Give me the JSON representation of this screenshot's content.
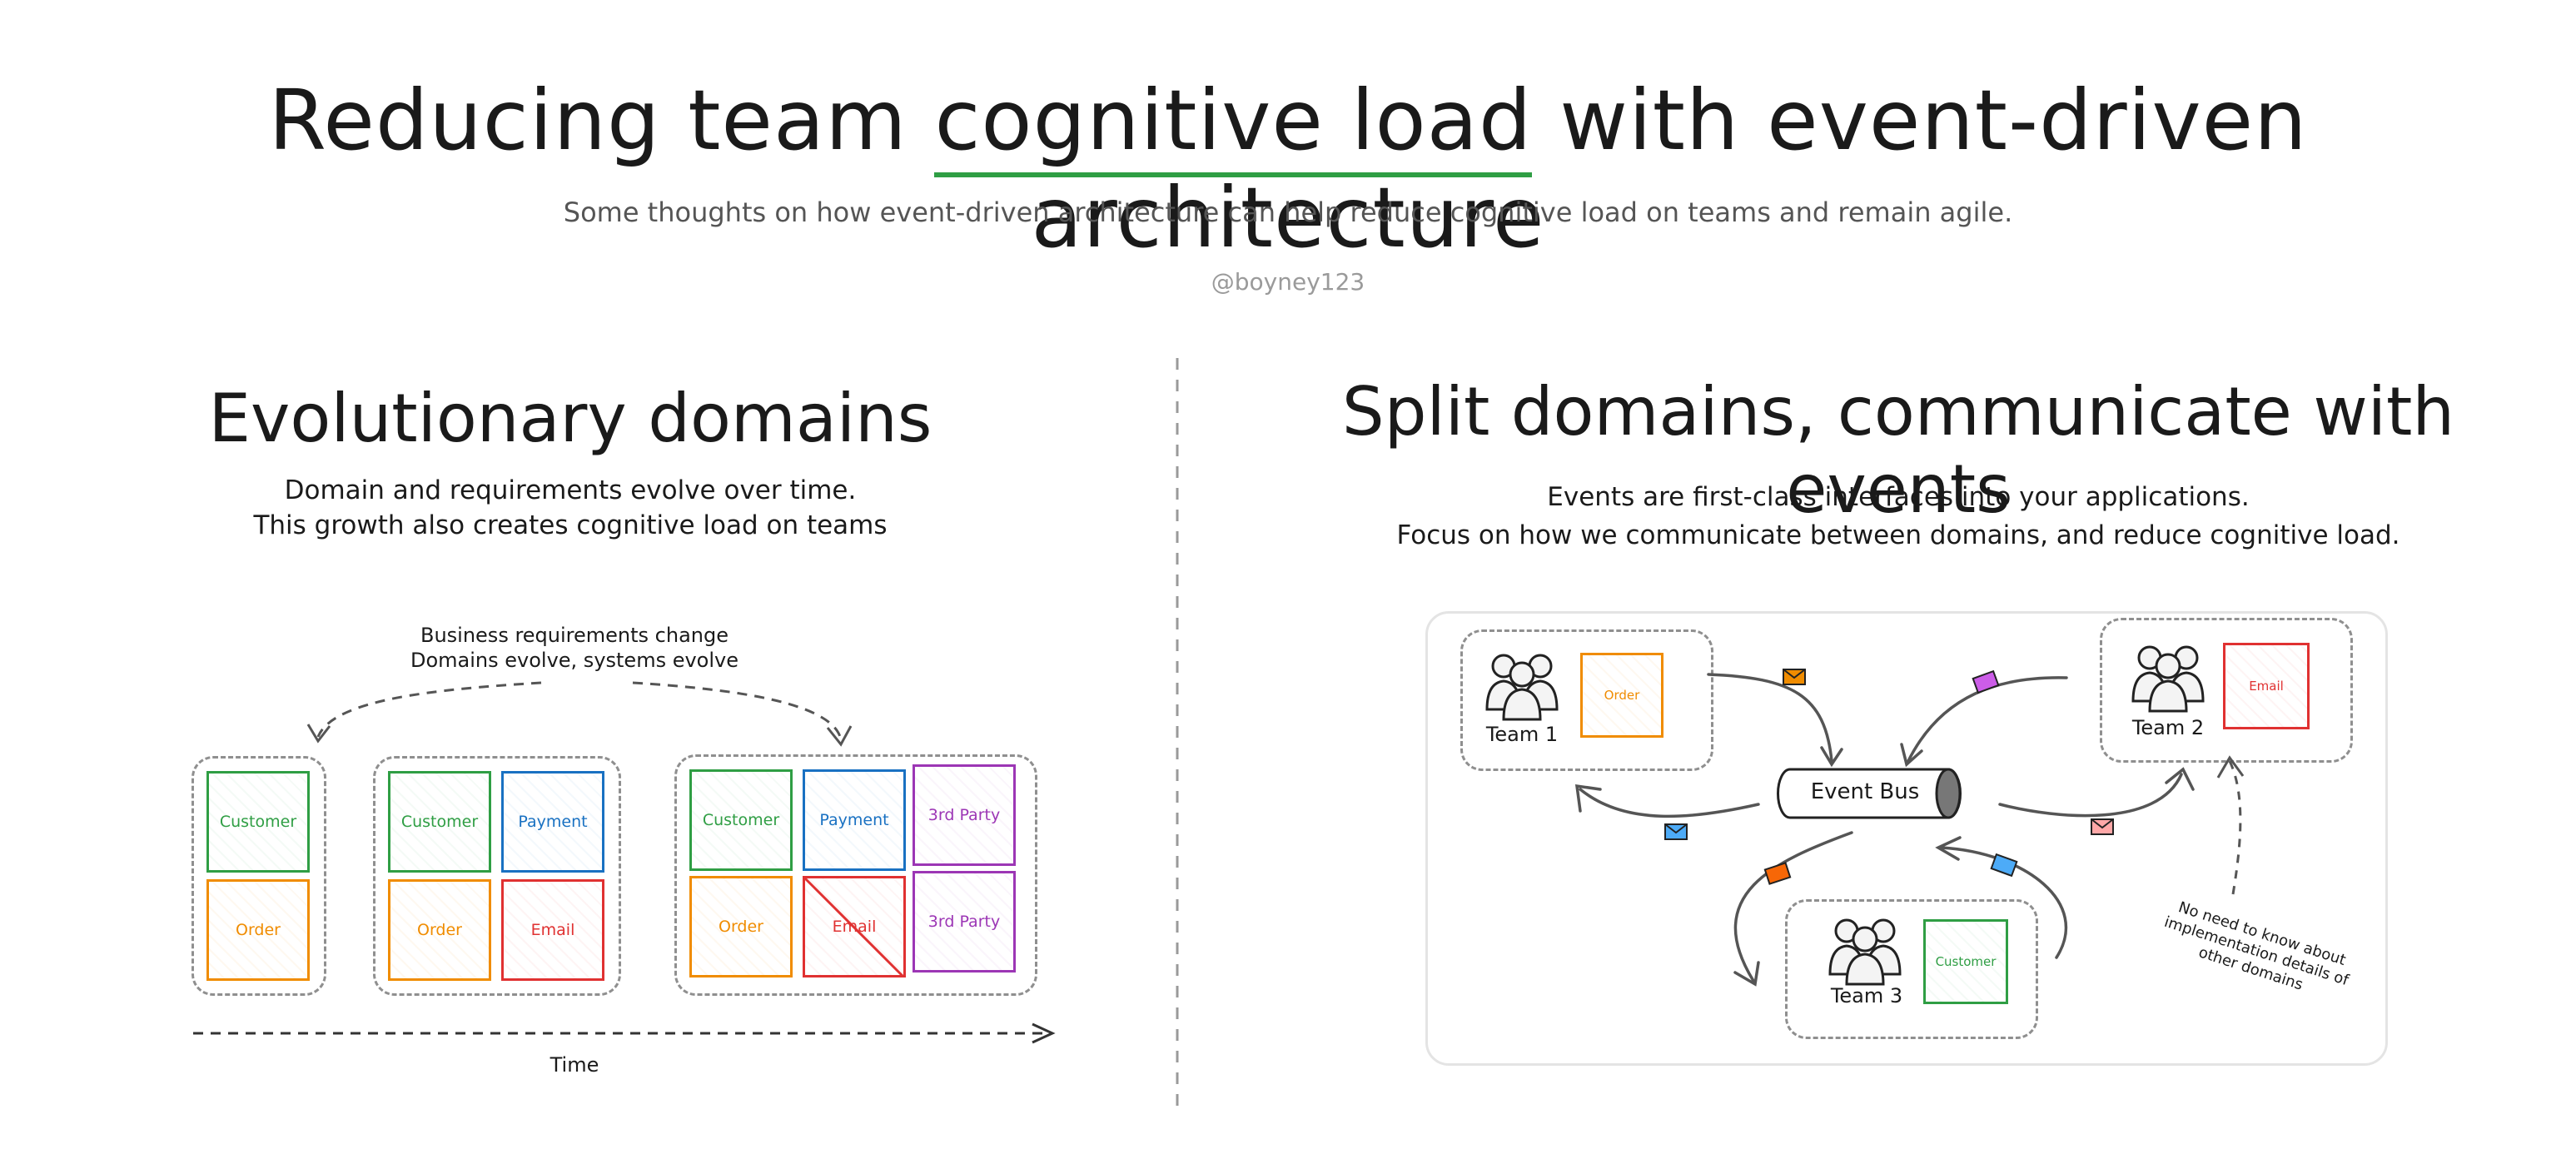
{
  "header": {
    "title": "Reducing team cognitive load with event-driven architecture",
    "title_before": "Reducing team ",
    "title_highlight": "cognitive load",
    "title_after": " with event-driven architecture",
    "subtitle": "Some thoughts on how event-driven architecture can help reduce cognitive load on teams and remain agile.",
    "author": "@boyney123",
    "highlight_color": "#2f9e44"
  },
  "left": {
    "heading": "Evolutionary domains",
    "desc_line1": "Domain and requirements evolve over time.",
    "desc_line2": "This growth also creates cognitive load on teams",
    "annotation_line1": "Business requirements change",
    "annotation_line2": "Domains evolve, systems evolve",
    "time_label": "Time",
    "stage1": {
      "customer": "Customer",
      "order": "Order"
    },
    "stage2": {
      "customer": "Customer",
      "payment": "Payment",
      "order": "Order",
      "email": "Email"
    },
    "stage3": {
      "customer": "Customer",
      "payment": "Payment",
      "third_party_1": "3rd Party",
      "order": "Order",
      "email": "Email",
      "third_party_2": "3rd Party"
    }
  },
  "right": {
    "heading": "Split domains, communicate with events",
    "desc_line1": "Events are first-class interfaces into your applications.",
    "desc_line2": "Focus on how we communicate between domains, and reduce cognitive load.",
    "event_bus": "Event Bus",
    "team1": {
      "label": "Team 1",
      "domain": "Order"
    },
    "team2": {
      "label": "Team 2",
      "domain": "Email"
    },
    "team3": {
      "label": "Team 3",
      "domain": "Customer"
    },
    "note_line1": "No need to know about",
    "note_line2": "implementation details of",
    "note_line3": "other domains"
  },
  "colors": {
    "green": "#2f9e44",
    "blue": "#1971c2",
    "orange": "#f08c00",
    "red": "#e03131",
    "purple": "#9c36b5"
  }
}
